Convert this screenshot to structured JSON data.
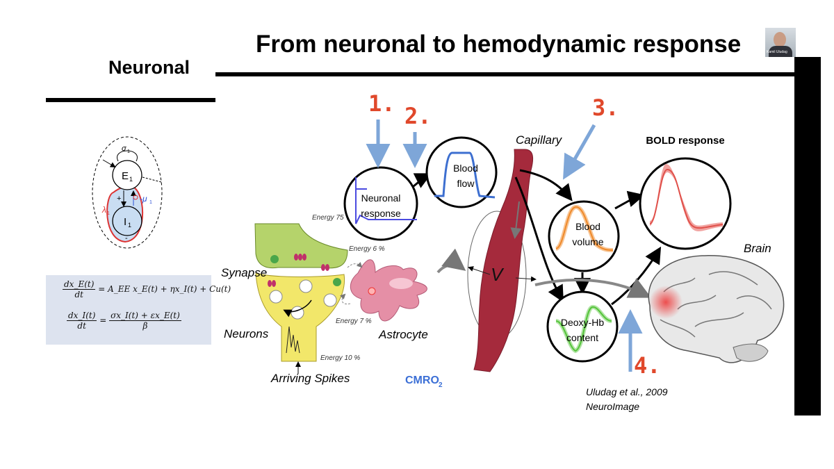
{
  "slide": {
    "title": "From neuronal to hemodynamic response",
    "left_heading": "Neuronal",
    "webcam_name": "Kamil Uludag"
  },
  "circuit": {
    "excitatory_label": "E",
    "excitatory_sub": "1",
    "inhibitory_label": "I",
    "inhibitory_sub": "1",
    "sigma_label": "σ",
    "sigma_sub": "1",
    "mu_label": "-μ",
    "mu_sub": "1",
    "lambda_label": "λ",
    "lambda_sub": "1",
    "plus_sign": "+",
    "minus_sign": "-"
  },
  "equations": {
    "eq1_num": "dx_E(t)",
    "eq1_den": "dt",
    "eq1_rhs": "= A_EE x_E(t) + ηx_I(t) + Cu(t)",
    "eq2_num": "dx_I(t)",
    "eq2_den": "dt",
    "eq2_rhs_num": "σx_I(t) + εx_E(t)",
    "eq2_rhs_den": "β"
  },
  "diagram": {
    "step_numbers": [
      "1.",
      "2.",
      "3.",
      "4."
    ],
    "neuronal_response": "Neuronal response",
    "blood_flow": "Blood flow",
    "blood_volume": "Blood volume",
    "deoxy_hb": "Deoxy-Hb content",
    "bold_response": "BOLD response",
    "capillary": "Capillary",
    "brain": "Brain",
    "synapse": "Synapse",
    "neurons": "Neurons",
    "astrocyte": "Astrocyte",
    "arriving_spikes": "Arriving Spikes",
    "vessel_label": "V",
    "cmro2": "CMRO",
    "cmro2_sub": "2",
    "energy_75": "Energy 75 %",
    "energy_6": "Energy 6 %",
    "energy_7": "Energy 7 %",
    "energy_10": "Energy 10 %",
    "citation_line1": "Uludag et al., 2009",
    "citation_line2": "NeuroImage"
  },
  "colors": {
    "accent_red_numbers": "#e0482b",
    "arrow_blue": "#7ea6d8",
    "vessel": "#a52a3c",
    "synapse_green": "#b5d36b",
    "neuron_yellow": "#f2e76a",
    "astrocyte_pink": "#e58fa6",
    "cmro2_blue": "#3b6fd6",
    "volume_orange": "#ef8a2a",
    "deoxy_green": "#55c43a",
    "bold_red": "#e0504a",
    "flow_blue": "#3d6fd0"
  }
}
